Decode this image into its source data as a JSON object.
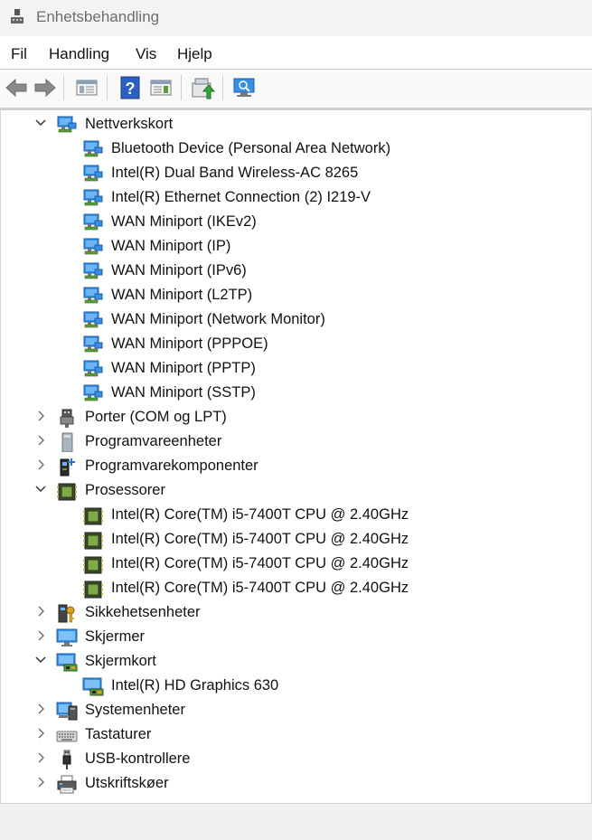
{
  "window": {
    "title": "Enhetsbehandling"
  },
  "menu": [
    "Fil",
    "Handling",
    "Vis",
    "Hjelp"
  ],
  "toolbar": {
    "buttons": [
      "back-arrow-icon",
      "forward-arrow-icon",
      "properties-icon",
      "help-icon",
      "details-view-icon",
      "update-driver-icon",
      "scan-hardware-icon"
    ]
  },
  "tree": [
    {
      "label": "Nettverkskort",
      "icon": "network-adapter-icon",
      "expanded": true,
      "level": 0
    },
    {
      "label": "Bluetooth Device (Personal Area Network)",
      "icon": "network-adapter-icon",
      "level": 1
    },
    {
      "label": "Intel(R) Dual Band Wireless-AC 8265",
      "icon": "network-adapter-icon",
      "level": 1
    },
    {
      "label": "Intel(R) Ethernet Connection (2) I219-V",
      "icon": "network-adapter-icon",
      "level": 1
    },
    {
      "label": "WAN Miniport (IKEv2)",
      "icon": "network-adapter-icon",
      "level": 1
    },
    {
      "label": "WAN Miniport (IP)",
      "icon": "network-adapter-icon",
      "level": 1
    },
    {
      "label": "WAN Miniport (IPv6)",
      "icon": "network-adapter-icon",
      "level": 1
    },
    {
      "label": "WAN Miniport (L2TP)",
      "icon": "network-adapter-icon",
      "level": 1
    },
    {
      "label": "WAN Miniport (Network Monitor)",
      "icon": "network-adapter-icon",
      "level": 1
    },
    {
      "label": "WAN Miniport (PPPOE)",
      "icon": "network-adapter-icon",
      "level": 1
    },
    {
      "label": "WAN Miniport (PPTP)",
      "icon": "network-adapter-icon",
      "level": 1
    },
    {
      "label": "WAN Miniport (SSTP)",
      "icon": "network-adapter-icon",
      "level": 1
    },
    {
      "label": "Porter (COM og LPT)",
      "icon": "port-icon",
      "expanded": false,
      "level": 0
    },
    {
      "label": "Programvareenheter",
      "icon": "software-device-icon",
      "expanded": false,
      "level": 0
    },
    {
      "label": "Programvarekomponenter",
      "icon": "software-component-icon",
      "expanded": false,
      "level": 0
    },
    {
      "label": "Prosessorer",
      "icon": "processor-icon",
      "expanded": true,
      "level": 0
    },
    {
      "label": "Intel(R) Core(TM) i5-7400T CPU @ 2.40GHz",
      "icon": "processor-icon",
      "level": 1
    },
    {
      "label": "Intel(R) Core(TM) i5-7400T CPU @ 2.40GHz",
      "icon": "processor-icon",
      "level": 1
    },
    {
      "label": "Intel(R) Core(TM) i5-7400T CPU @ 2.40GHz",
      "icon": "processor-icon",
      "level": 1
    },
    {
      "label": "Intel(R) Core(TM) i5-7400T CPU @ 2.40GHz",
      "icon": "processor-icon",
      "level": 1
    },
    {
      "label": "Sikkehetsenheter",
      "icon": "security-device-icon",
      "expanded": false,
      "level": 0
    },
    {
      "label": "Skjermer",
      "icon": "monitor-icon",
      "expanded": false,
      "level": 0
    },
    {
      "label": "Skjermkort",
      "icon": "display-adapter-icon",
      "expanded": true,
      "level": 0
    },
    {
      "label": "Intel(R) HD Graphics 630",
      "icon": "display-adapter-icon",
      "level": 1
    },
    {
      "label": "Systemenheter",
      "icon": "system-device-icon",
      "expanded": false,
      "level": 0
    },
    {
      "label": "Tastaturer",
      "icon": "keyboard-icon",
      "expanded": false,
      "level": 0
    },
    {
      "label": "USB-kontrollere",
      "icon": "usb-icon",
      "expanded": false,
      "level": 0
    },
    {
      "label": "Utskriftskøer",
      "icon": "printer-icon",
      "expanded": false,
      "level": 0
    }
  ],
  "colors": {
    "accent": "#1e7bd8",
    "chip_green": "#5b8a3a",
    "titlebar_text": "#6e6e6e"
  }
}
